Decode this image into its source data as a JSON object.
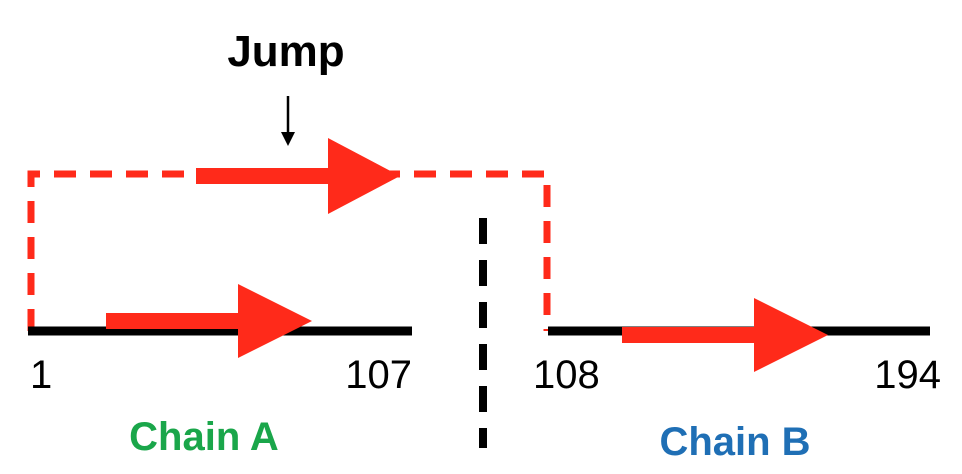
{
  "diagram": {
    "jump_label": "Jump",
    "chain_a": {
      "label": "Chain A",
      "start": "1",
      "end": "107",
      "color": "#1aa64a"
    },
    "chain_b": {
      "label": "Chain B",
      "start": "108",
      "end": "194",
      "color": "#1f6fb5"
    },
    "colors": {
      "backbone": "#000000",
      "path": "#ff2a1a",
      "divider": "#000000"
    },
    "icons": {
      "jump_pointer": "down-arrow-icon",
      "direction_arrows": "right-arrow-icon"
    }
  }
}
